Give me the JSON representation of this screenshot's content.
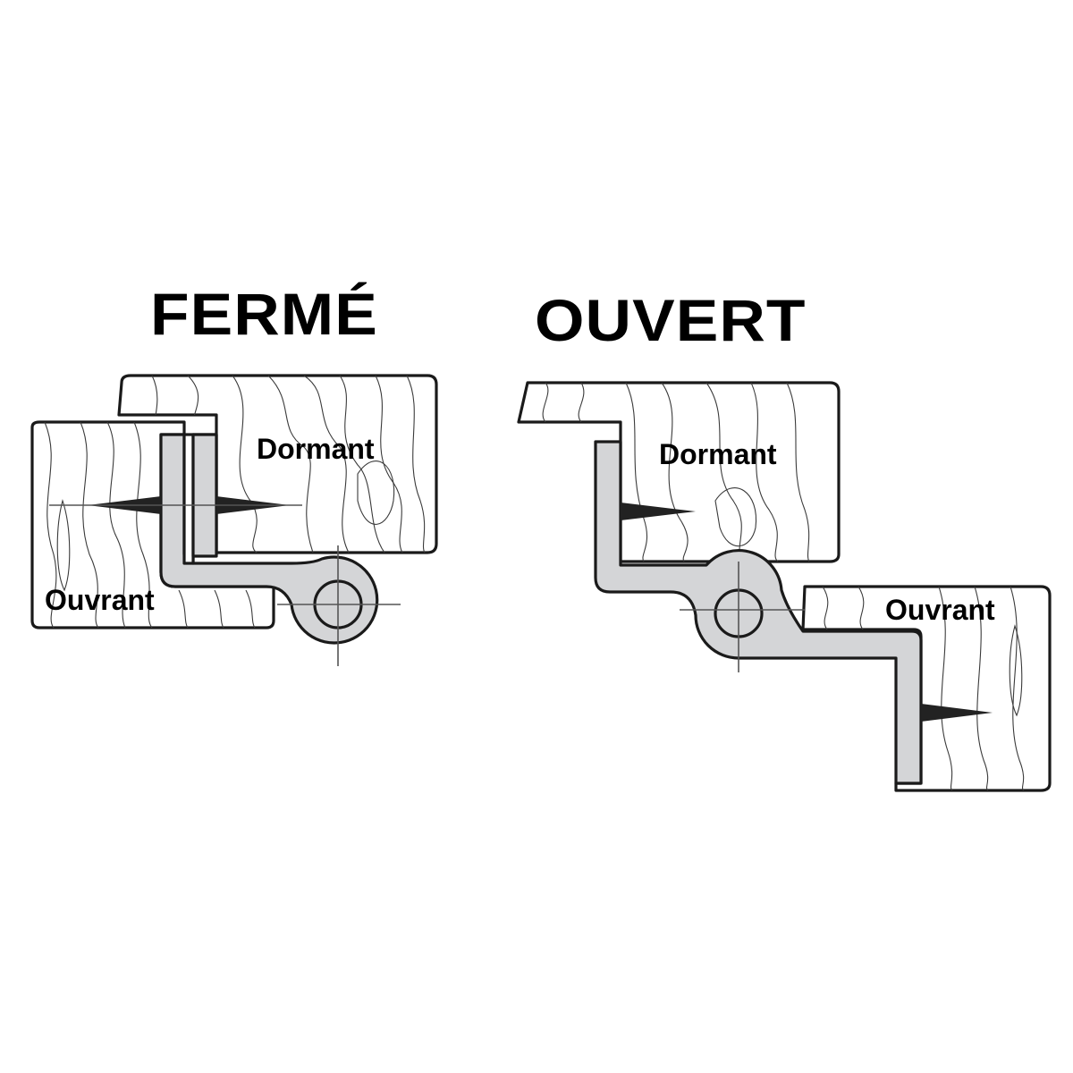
{
  "diagram": {
    "type": "technical-illustration",
    "subject": "hinge cross-section",
    "colors": {
      "background": "#ffffff",
      "outline": "#1a1a1a",
      "metal_fill": "#d4d5d7",
      "text": "#000000"
    },
    "panels": [
      {
        "title": "FERMÉ",
        "labels": {
          "frame": "Dormant",
          "leaf": "Ouvrant"
        }
      },
      {
        "title": "OUVERT",
        "labels": {
          "frame": "Dormant",
          "leaf": "Ouvrant"
        }
      }
    ]
  }
}
